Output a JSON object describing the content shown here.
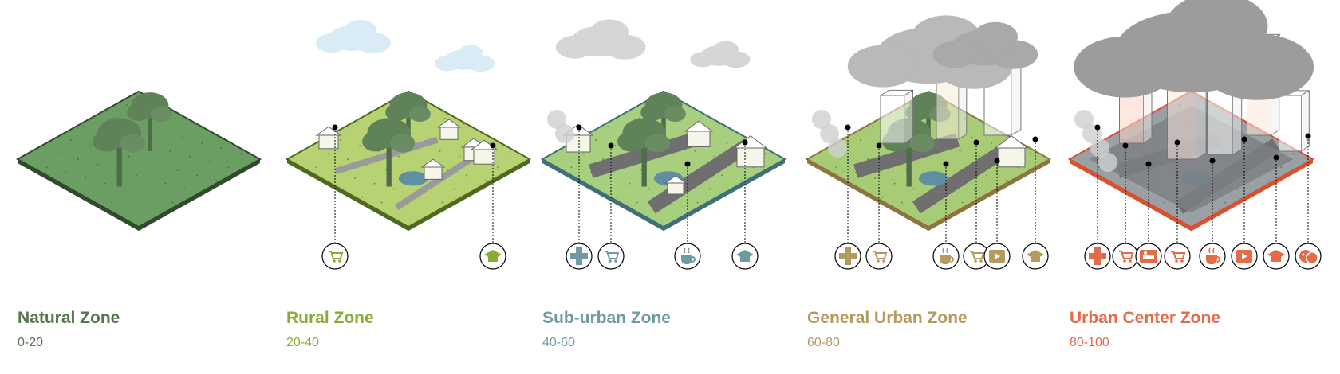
{
  "zones": [
    {
      "name": "Natural Zone",
      "range": "0-20",
      "color": "#57744f",
      "ground": "#6a9e63",
      "edge": "#2f4a2c",
      "icons": []
    },
    {
      "name": "Rural Zone",
      "range": "20-40",
      "color": "#8aac36",
      "ground": "#b7d272",
      "edge": "#4f6a20",
      "icons": [
        {
          "icon": "shopping-cart-icon",
          "color": "#8aac36"
        },
        {
          "icon": "graduation-cap-icon",
          "color": "#8aac36"
        }
      ]
    },
    {
      "name": "Sub-urban Zone",
      "range": "40-60",
      "color": "#6f9aa4",
      "ground": "#a8cf7d",
      "edge": "#3e6f7a",
      "icons": [
        {
          "icon": "medical-cross-icon",
          "color": "#6f9aa4"
        },
        {
          "icon": "shopping-cart-icon",
          "color": "#6f9aa4"
        },
        {
          "icon": "coffee-cup-icon",
          "color": "#6f9aa4"
        },
        {
          "icon": "graduation-cap-icon",
          "color": "#6f9aa4"
        }
      ]
    },
    {
      "name": "General Urban Zone",
      "range": "60-80",
      "color": "#b49a5e",
      "ground": "#a7cc75",
      "edge": "#8d7440",
      "icons": [
        {
          "icon": "medical-cross-icon",
          "color": "#b49a5e"
        },
        {
          "icon": "shopping-cart-icon",
          "color": "#b49a5e"
        },
        {
          "icon": "coffee-cup-icon",
          "color": "#b49a5e"
        },
        {
          "icon": "shopping-cart-icon",
          "color": "#b49a5e"
        },
        {
          "icon": "film-icon",
          "color": "#b49a5e"
        },
        {
          "icon": "graduation-cap-icon",
          "color": "#b49a5e"
        }
      ]
    },
    {
      "name": "Urban Center Zone",
      "range": "80-100",
      "color": "#e56a48",
      "ground": "#9aa0a3",
      "edge": "#d8502f",
      "icons": [
        {
          "icon": "medical-cross-icon",
          "color": "#e56a48"
        },
        {
          "icon": "shopping-cart-icon",
          "color": "#e56a48"
        },
        {
          "icon": "hotel-bed-icon",
          "color": "#e56a48"
        },
        {
          "icon": "shopping-cart-icon",
          "color": "#e56a48"
        },
        {
          "icon": "coffee-cup-icon",
          "color": "#e56a48"
        },
        {
          "icon": "film-icon",
          "color": "#e56a48"
        },
        {
          "icon": "graduation-cap-icon",
          "color": "#e56a48"
        },
        {
          "icon": "theater-masks-icon",
          "color": "#e56a48"
        }
      ]
    }
  ]
}
